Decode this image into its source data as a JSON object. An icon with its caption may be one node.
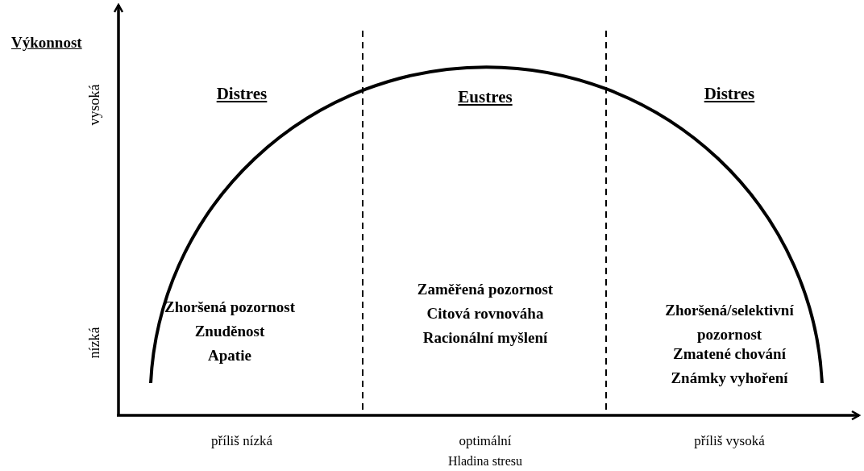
{
  "diagram": {
    "labels": [
      "Výkonnost",
      "vysoká",
      "Distres",
      "Eustres",
      "Distres",
      "Zaměřená pozornost",
      "Citová rovnováha",
      "Racionální myšlení",
      "Zhoršená pozornost",
      "Znuděnost",
      "Apatie",
      "Zhoršená/selektivní pozornost",
      "Zmatené chování",
      "Známky vyhoření",
      "nízká",
      "příliš nízká",
      "optimální",
      "příliš vysoká",
      "Hladina stresu"
    ]
  }
}
